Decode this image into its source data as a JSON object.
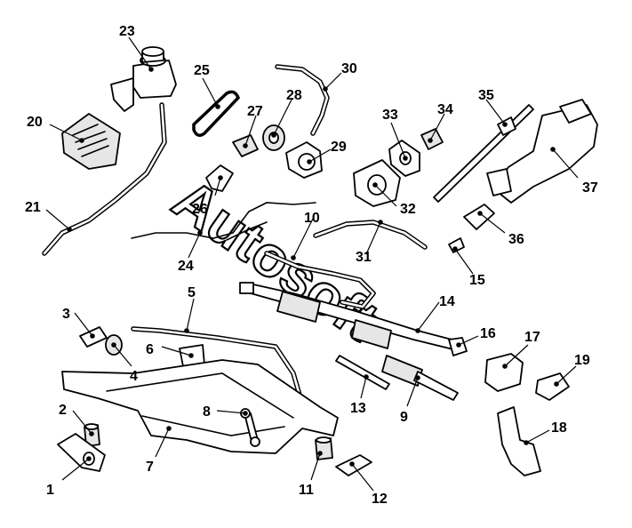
{
  "diagram": {
    "watermark": "Autosoft",
    "callouts": [
      {
        "id": "c1",
        "text": "1"
      },
      {
        "id": "c2",
        "text": "2"
      },
      {
        "id": "c3",
        "text": "3"
      },
      {
        "id": "c4",
        "text": "4"
      },
      {
        "id": "c5",
        "text": "5"
      },
      {
        "id": "c6",
        "text": "6"
      },
      {
        "id": "c7",
        "text": "7"
      },
      {
        "id": "c8",
        "text": "8"
      },
      {
        "id": "c9",
        "text": "9"
      },
      {
        "id": "c10",
        "text": "10"
      },
      {
        "id": "c11",
        "text": "11"
      },
      {
        "id": "c12",
        "text": "12"
      },
      {
        "id": "c13",
        "text": "13"
      },
      {
        "id": "c14",
        "text": "14"
      },
      {
        "id": "c15",
        "text": "15"
      },
      {
        "id": "c16",
        "text": "16"
      },
      {
        "id": "c17",
        "text": "17"
      },
      {
        "id": "c18",
        "text": "18"
      },
      {
        "id": "c19",
        "text": "19"
      },
      {
        "id": "c20",
        "text": "20"
      },
      {
        "id": "c21",
        "text": "21"
      },
      {
        "id": "c23",
        "text": "23"
      },
      {
        "id": "c24",
        "text": "24"
      },
      {
        "id": "c25",
        "text": "25"
      },
      {
        "id": "c26",
        "text": "26"
      },
      {
        "id": "c27",
        "text": "27"
      },
      {
        "id": "c28",
        "text": "28"
      },
      {
        "id": "c29",
        "text": "29"
      },
      {
        "id": "c30",
        "text": "30"
      },
      {
        "id": "c31",
        "text": "31"
      },
      {
        "id": "c32",
        "text": "32"
      },
      {
        "id": "c33",
        "text": "33"
      },
      {
        "id": "c34",
        "text": "34"
      },
      {
        "id": "c35",
        "text": "35"
      },
      {
        "id": "c36",
        "text": "36"
      },
      {
        "id": "c37",
        "text": "37"
      }
    ]
  }
}
